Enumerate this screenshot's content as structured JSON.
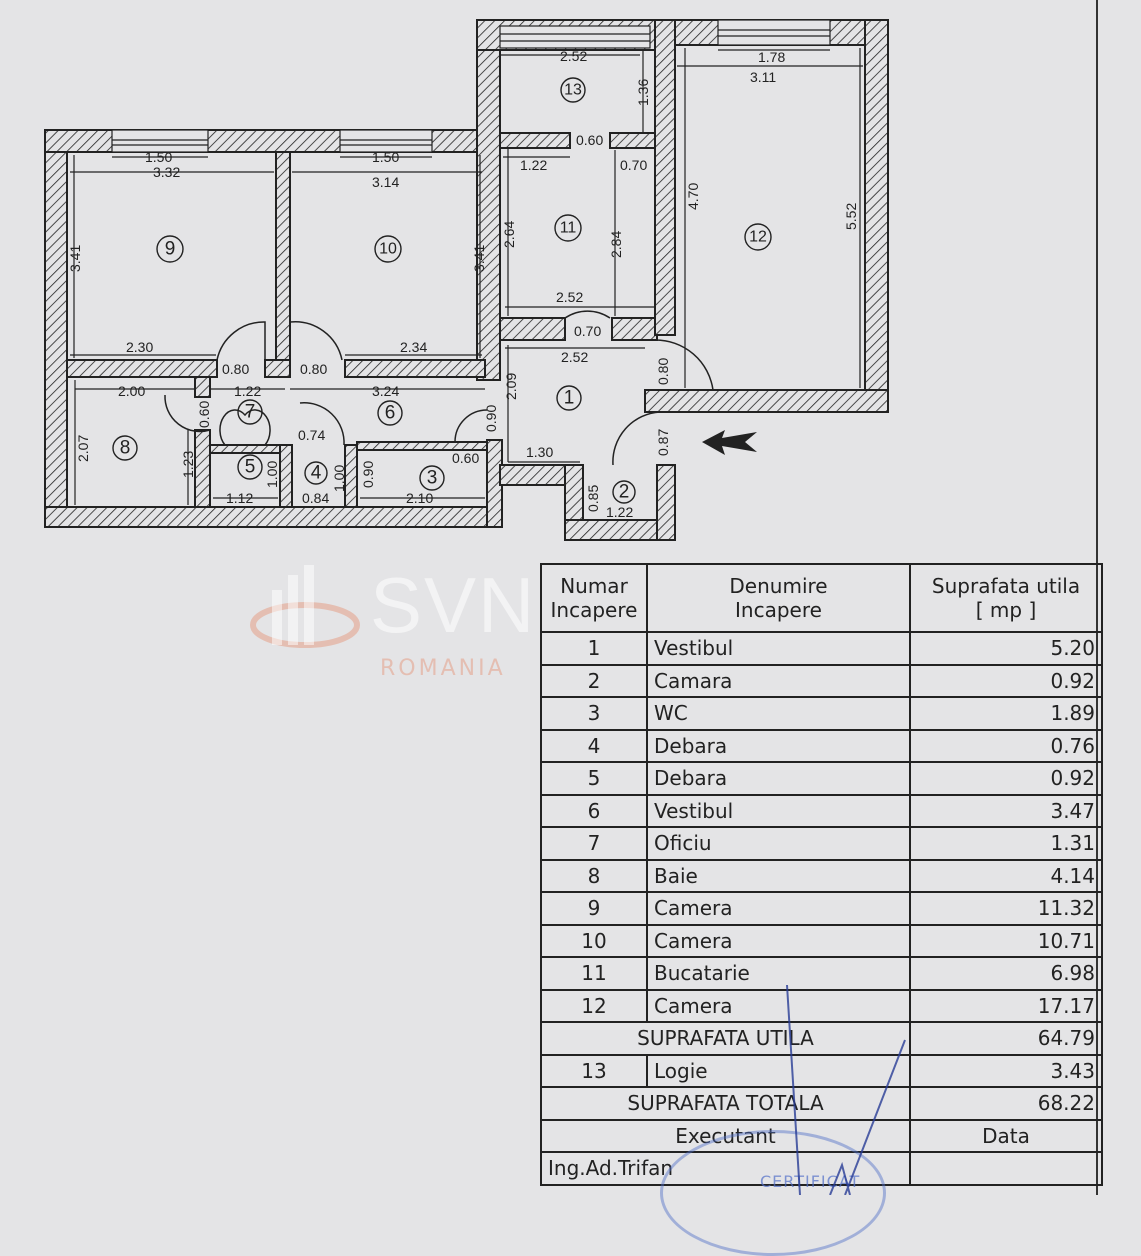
{
  "plan": {
    "rooms": [
      "1",
      "2",
      "3",
      "4",
      "5",
      "6",
      "7",
      "8",
      "9",
      "10",
      "11",
      "12",
      "13"
    ],
    "dims": {
      "r9_window": "1.50",
      "r9_width": "3.32",
      "r9_height": "3.41",
      "r9_bottom": "2.30",
      "r10_window": "1.50",
      "r10_width": "3.14",
      "r10_height": "3.41",
      "r10_bottom": "2.34",
      "door9": "0.80",
      "door10": "0.80",
      "r8_width": "2.00",
      "r8_height": "2.07",
      "r8_inner": "1.23",
      "door8": "0.60",
      "r7_width": "1.22",
      "r6_width": "3.24",
      "door6": "0.90",
      "r1_height": "2.09",
      "door4": "0.74",
      "r4_height": "1.00",
      "r5_height": "1.00",
      "r5_width": "1.12",
      "r4_width": "0.84",
      "r3_height": "0.90",
      "r3_width": "2.10",
      "door3": "0.60",
      "r13_width": "2.52",
      "r13_height": "1.36",
      "door13": "0.60",
      "r11_top": "1.22",
      "r11_top2": "0.70",
      "r11_left": "2.64",
      "r11_right": "2.84",
      "r11_bottom": "2.52",
      "door11": "0.70",
      "r1_width": "2.52",
      "r12_window": "1.78",
      "r12_width": "3.11",
      "r12_left": "4.70",
      "r12_right": "5.52",
      "door12": "0.80",
      "entry_door": "0.87",
      "r1_bottom": "1.30",
      "r2_height": "0.85",
      "r2_width": "1.22"
    }
  },
  "table": {
    "headers": {
      "number": [
        "Numar",
        "Incapere"
      ],
      "name": [
        "Denumire",
        "Incapere"
      ],
      "area": [
        "Suprafata utila",
        "[ mp ]"
      ]
    },
    "rows": [
      {
        "n": "1",
        "name": "Vestibul",
        "area": "5.20"
      },
      {
        "n": "2",
        "name": "Camara",
        "area": "0.92"
      },
      {
        "n": "3",
        "name": "WC",
        "area": "1.89"
      },
      {
        "n": "4",
        "name": "Debara",
        "area": "0.76"
      },
      {
        "n": "5",
        "name": "Debara",
        "area": "0.92"
      },
      {
        "n": "6",
        "name": "Vestibul",
        "area": "3.47"
      },
      {
        "n": "7",
        "name": "Oficiu",
        "area": "1.31"
      },
      {
        "n": "8",
        "name": "Baie",
        "area": "4.14"
      },
      {
        "n": "9",
        "name": "Camera",
        "area": "11.32"
      },
      {
        "n": "10",
        "name": "Camera",
        "area": "10.71"
      },
      {
        "n": "11",
        "name": "Bucatarie",
        "area": "6.98"
      },
      {
        "n": "12",
        "name": "Camera",
        "area": "17.17"
      }
    ],
    "useful_label": "SUPRAFATA UTILA",
    "useful_value": "64.79",
    "loggia": {
      "n": "13",
      "name": "Logie",
      "area": "3.43"
    },
    "total_label": "SUPRAFATA TOTALA",
    "total_value": "68.22",
    "executant_label": "Executant",
    "date_label": "Data",
    "executant": "Ing.Ad.Trifan",
    "date": ""
  },
  "watermark": {
    "logo": "SVN",
    "sub": "ROMANIA"
  },
  "stamp": {
    "text": "CERTIFICAT"
  },
  "colors": {
    "background": "#e4e4e6",
    "ink": "#222222",
    "stamp": "#506ec8",
    "watermark": "#e6784f"
  }
}
